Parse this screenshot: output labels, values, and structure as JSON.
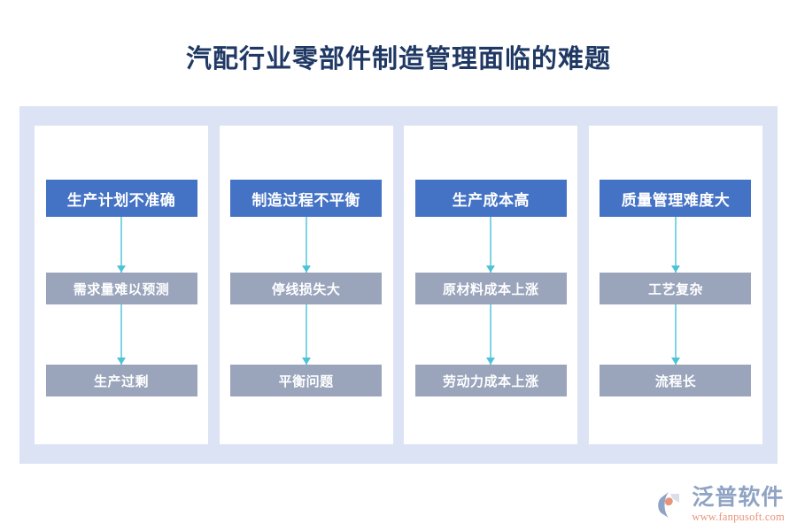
{
  "header": {
    "title": "汽配行业零部件制造管理面临的难题",
    "title_color": "#1F3864"
  },
  "theme": {
    "panel_background": "#DCE3F4",
    "card_background": "#FFFFFF",
    "primary_box_color": "#4472C4",
    "secondary_box_color": "#9AA5BC",
    "arrow_color": "#7FD4E3",
    "arrow_head_color": "#4EC3D6"
  },
  "watermark": {
    "text": "泛普软件"
  },
  "columns": [
    {
      "id": "production-plan",
      "heading": "生产计划不准确",
      "items": [
        "需求量难以预测",
        "生产过剩"
      ]
    },
    {
      "id": "manufacturing-process",
      "heading": "制造过程不平衡",
      "items": [
        "停线损失大",
        "平衡问题"
      ]
    },
    {
      "id": "production-cost",
      "heading": "生产成本高",
      "items": [
        "原材料成本上涨",
        "劳动力成本上涨"
      ]
    },
    {
      "id": "quality-management",
      "heading": "质量管理难度大",
      "items": [
        "工艺复杂",
        "流程长"
      ]
    }
  ],
  "logo": {
    "name": "泛普软件",
    "url": "www.fanpusoft.com",
    "name_color": "#8FA3C4",
    "url_color": "#E8947A"
  }
}
